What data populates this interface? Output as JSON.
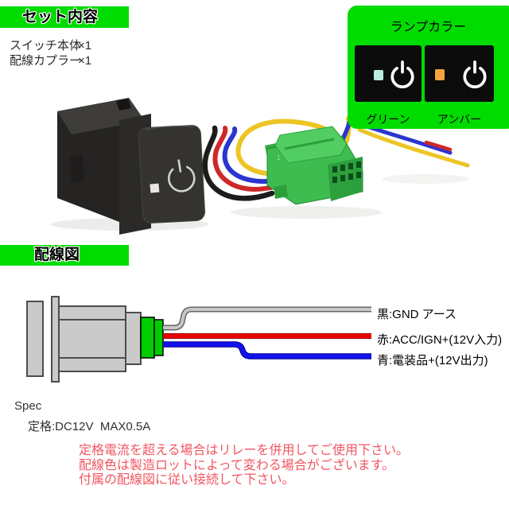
{
  "colors": {
    "banner_green": "#00dc00",
    "panel_green": "#00dc00",
    "note_red": "#f25560",
    "indicator_green": "#b9ecdf",
    "indicator_amber": "#f5a33c",
    "diagram_wire_black_draw": "#c7c7c7",
    "diagram_wire_red_draw": "#ea0000",
    "diagram_wire_blue_draw": "#1212ee"
  },
  "set_contents": {
    "banner": "セット内容",
    "items": [
      {
        "name": "スイッチ本体",
        "qty": "×1"
      },
      {
        "name": "配線カプラー",
        "qty": "×1"
      }
    ]
  },
  "lamp_color": {
    "title": "ランプカラー",
    "options": [
      {
        "label": "グリーン",
        "indicator_color": "#b9ecdf"
      },
      {
        "label": "アンバー",
        "indicator_color": "#f5a33c"
      }
    ]
  },
  "photo": {
    "coupler_marking": "1"
  },
  "wiring": {
    "banner": "配線図",
    "labels": [
      {
        "text": "黒:GND アース",
        "draw_color": "#c7c7c7"
      },
      {
        "text": "赤:ACC/IGN+(12V入力)",
        "draw_color": "#ea0000"
      },
      {
        "text": "青:電装品+(12V出力)",
        "draw_color": "#1212ee"
      }
    ]
  },
  "spec": {
    "heading": "Spec",
    "rating": "定格:DC12V  MAX0.5A"
  },
  "notes": [
    "定格電流を超える場合はリレーを併用してご使用下さい。",
    "配線色は製造ロットによって変わる場合がございます。",
    "付属の配線図に従い接続して下さい。"
  ]
}
